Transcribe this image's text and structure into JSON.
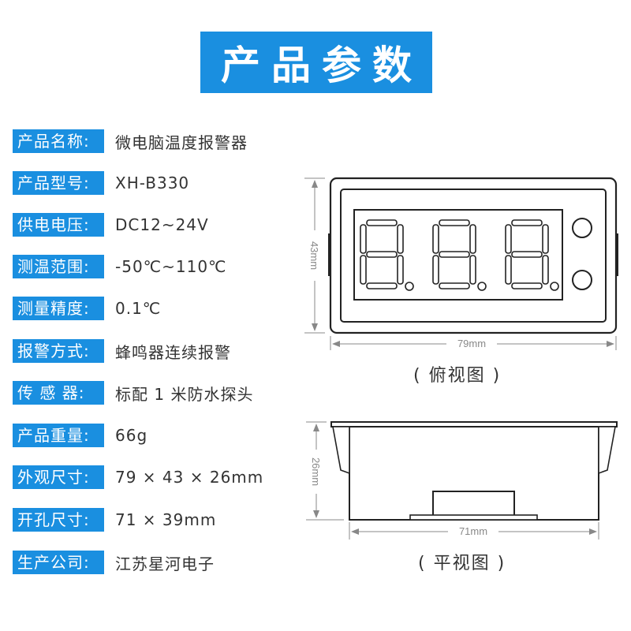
{
  "title": "产品参数",
  "specs": [
    {
      "label": "产品名称:",
      "value": "微电脑温度报警器"
    },
    {
      "label": "产品型号:",
      "value": "XH-B330"
    },
    {
      "label": "供电电压:",
      "value": "DC12~24V"
    },
    {
      "label": "测温范围:",
      "value": "-50℃~110℃"
    },
    {
      "label": "测量精度:",
      "value": "0.1℃"
    },
    {
      "label": "报警方式:",
      "value": "蜂鸣器连续报警"
    },
    {
      "label": "传 感 器:",
      "value": "标配 1 米防水探头"
    },
    {
      "label": "产品重量:",
      "value": "66g"
    },
    {
      "label": "外观尺寸:",
      "value": "79 × 43 × 26mm"
    },
    {
      "label": "开孔尺寸:",
      "value": "71 × 39mm"
    },
    {
      "label": "生产公司:",
      "value": "江苏星河电子"
    }
  ],
  "top_view": {
    "height_label": "43mm",
    "width_label": "79mm",
    "caption": "( 俯视图 )"
  },
  "side_view": {
    "height_label": "26mm",
    "width_label": "71mm",
    "caption": "( 平视图 )"
  },
  "colors": {
    "accent": "#1a8fe0"
  }
}
